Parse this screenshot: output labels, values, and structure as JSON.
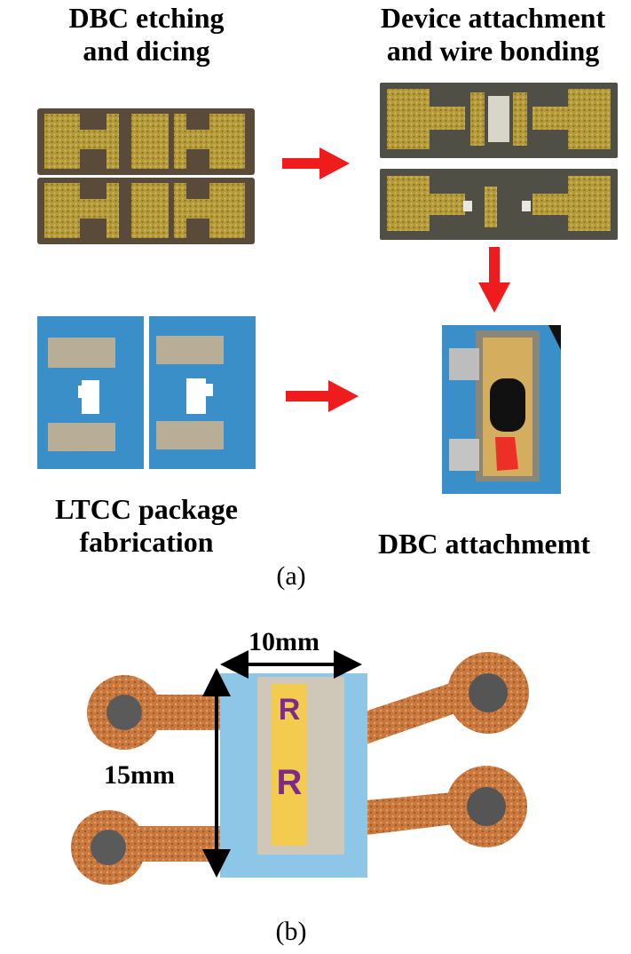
{
  "panel_a": {
    "step_etching": {
      "line1": "DBC etching",
      "line2": "and dicing"
    },
    "step_attachment": {
      "line1": "Device attachment",
      "line2": "and wire bonding"
    },
    "step_ltcc": {
      "line1": "LTCC package",
      "line2": "fabrication"
    },
    "step_dbc": {
      "line1": "DBC attachmemt"
    },
    "caption": "(a)"
  },
  "panel_b": {
    "width_dimension": "10mm",
    "height_dimension": "15mm",
    "caption": "(b)",
    "chip_marking": "R"
  },
  "colors": {
    "dbc_gold": "#b59a3a",
    "dbc_substrate": "#5a4a3a",
    "ltcc_blue": "#3b8fc9",
    "light_blue": "#8ec6e8",
    "copper": "#c9783e",
    "arrow_red": "#ee1c1c"
  }
}
